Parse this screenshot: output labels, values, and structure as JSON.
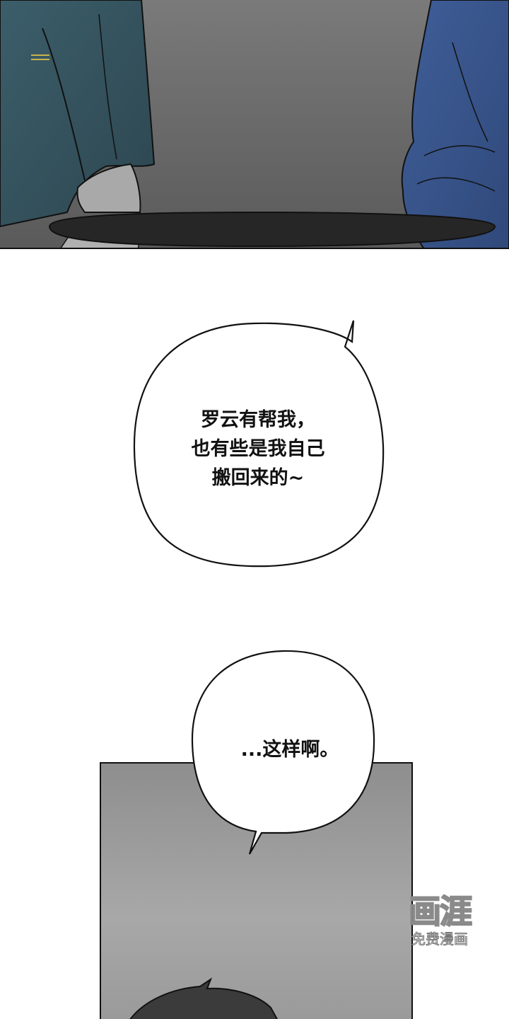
{
  "bubble1": {
    "lines": [
      "罗云有帮我，",
      "也有些是我自己",
      "搬回来的~"
    ]
  },
  "bubble2": {
    "text": "...这样啊。"
  },
  "watermark": {
    "logo": "画涯",
    "subtitle": "免费漫画"
  },
  "colors": {
    "page_background": "#ffffff",
    "left_sleeve": "#365560",
    "right_sleeve": "#3d5a93",
    "table": "#262626",
    "background_gray": "#6e6e6e"
  }
}
